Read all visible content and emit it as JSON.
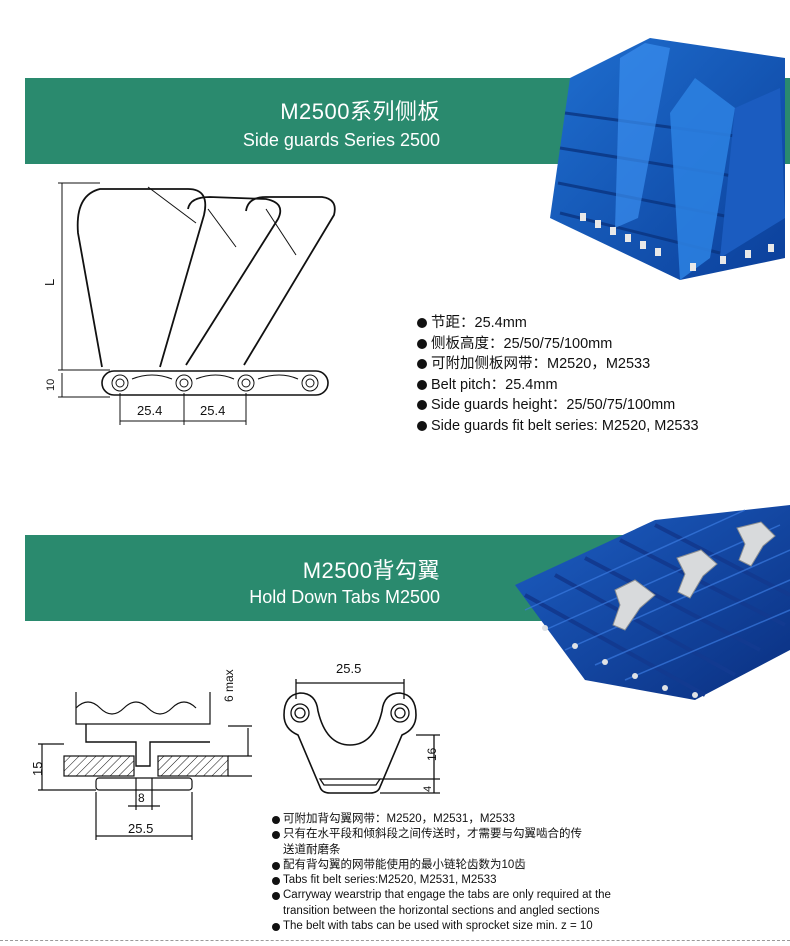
{
  "section1": {
    "title": "M2500系列侧板",
    "subtitle": "Side guards Series 2500",
    "drawing": {
      "height_label": "L",
      "base_label": "10",
      "pitch_labels": [
        "25.4",
        "25.4"
      ]
    },
    "specs": [
      "节距：25.4mm",
      "侧板高度：25/50/75/100mm",
      "可附加侧板网带：M2520，M2533",
      "Belt pitch：25.4mm",
      "Side guards height：25/50/75/100mm",
      "Side guards fit belt series: M2520, M2533"
    ],
    "photo_icon": "blue-belt-side-guards-photo",
    "color": "#2a8a6e"
  },
  "section2": {
    "title": "M2500背勾翼",
    "subtitle": "Hold Down Tabs M2500",
    "drawing_left": {
      "height_label": "15",
      "gap_label": "8",
      "width_label": "25.5"
    },
    "drawing_right": {
      "top_label": "25.5",
      "max_label": "6 max",
      "mid_label": "16",
      "bottom_label": "4"
    },
    "specs": [
      {
        "text": "可附加背勾翼网带：M2520，M2531，M2533",
        "cont": false
      },
      {
        "text": "只有在水平段和倾斜段之间传送时，才需要与勾翼啮合的传",
        "cont": false
      },
      {
        "text": "送道耐磨条",
        "cont": true
      },
      {
        "text": "配有背勾翼的网带能使用的最小链轮齿数为10齿",
        "cont": false
      },
      {
        "text": "Tabs fit belt series:M2520, M2531, M2533",
        "cont": false
      },
      {
        "text": "Carryway wearstrip that engage the tabs are only required at the",
        "cont": false
      },
      {
        "text": "transition between the horizontal sections and angled sections",
        "cont": true
      },
      {
        "text": "The belt with tabs can be used with sprocket size min. z = 10",
        "cont": false
      }
    ],
    "photo_icon": "blue-belt-hold-down-tabs-photo"
  }
}
